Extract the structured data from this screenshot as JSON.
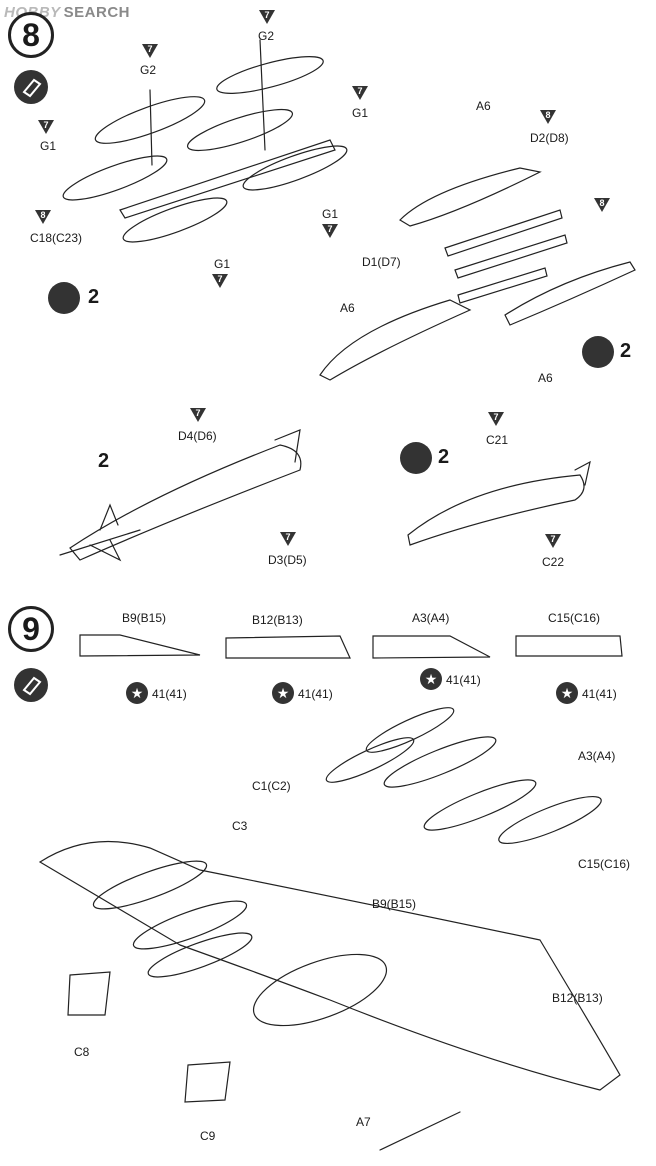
{
  "watermark": {
    "prefix": "HOBBY",
    "text": "SEARCH"
  },
  "steps": {
    "s8": "8",
    "s9": "9"
  },
  "paint_color": "7",
  "paint_color_alt": "8",
  "quantity": "2",
  "labels": {
    "g2_a": "G2",
    "g2_b": "G2",
    "g1_a": "G1",
    "g1_b": "G1",
    "g1_c": "G1",
    "g1_d": "G1",
    "c18": "C18(C23)",
    "a6_a": "A6",
    "a6_b": "A6",
    "a6_c": "A6",
    "d2": "D2(D8)",
    "d1": "D1(D7)",
    "d4": "D4(D6)",
    "d3": "D3(D5)",
    "c21": "C21",
    "c22": "C22",
    "b9": "B9(B15)",
    "b12": "B12(B13)",
    "a3": "A3(A4)",
    "c15": "C15(C16)",
    "mark41": "41(41)",
    "c1": "C1(C2)",
    "c3": "C3",
    "a3b": "A3(A4)",
    "c15b": "C15(C16)",
    "b9b": "B9(B15)",
    "b12b": "B12(B13)",
    "c8": "C8",
    "c9": "C9",
    "a7": "A7"
  }
}
